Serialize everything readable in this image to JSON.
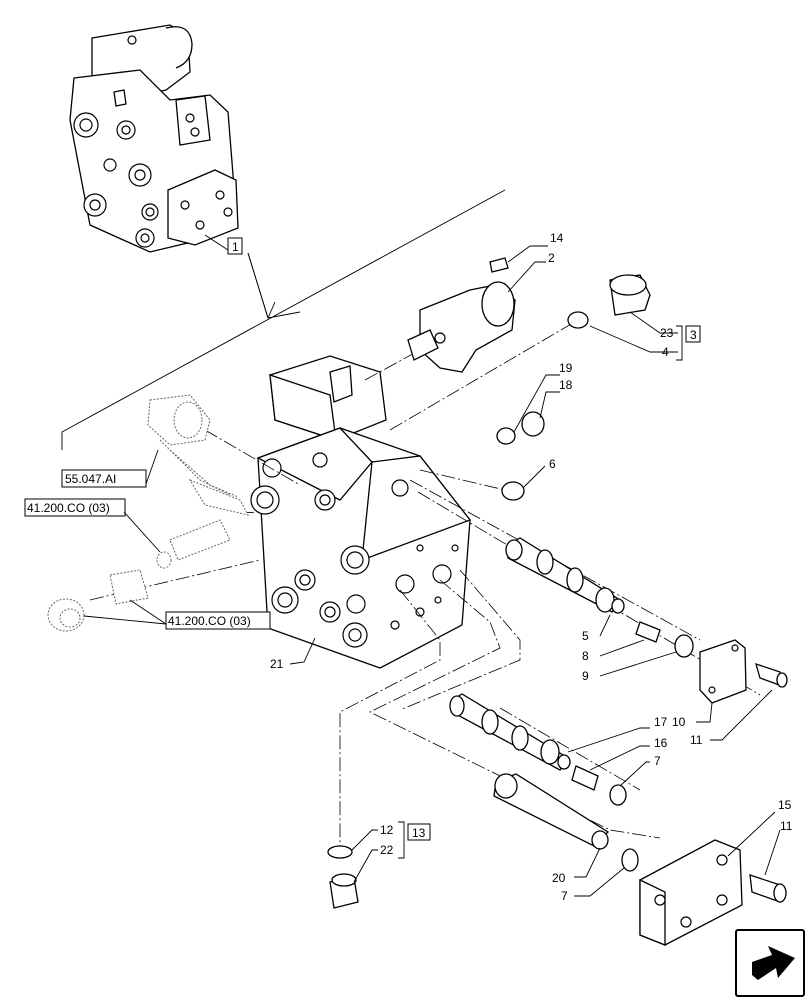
{
  "callouts": {
    "c1": "1",
    "c2": "2",
    "c3": "3",
    "c4": "4",
    "c5": "5",
    "c6": "6",
    "c7a": "7",
    "c7b": "7",
    "c8": "8",
    "c9": "9",
    "c10": "10",
    "c11a": "11",
    "c11b": "11",
    "c12": "12",
    "c13": "13",
    "c14": "14",
    "c15": "15",
    "c16": "16",
    "c17": "17",
    "c18": "18",
    "c19": "19",
    "c20": "20",
    "c21": "21",
    "c22": "22",
    "c23": "23"
  },
  "references": {
    "ref_a": "55.047.AI",
    "ref_b": "41.200.CO (03)",
    "ref_c": "41.200.CO (03)"
  },
  "nav_icon": "next-page-arrow-icon"
}
